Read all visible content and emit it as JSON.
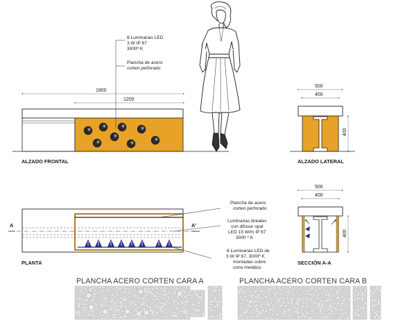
{
  "colors": {
    "corten": "#E8A227",
    "corten_dark": "#C9831A",
    "led": "#2B2C8E",
    "concrete": "#D3D3D3",
    "line": "#222222"
  },
  "front_elevation": {
    "title": "ALZADO FRONTAL",
    "dim_total": "1800",
    "dim_plate": "1200",
    "note_leds": [
      "8 Luminarias LED",
      "3 W IP 67",
      "3000º K"
    ],
    "note_plate": [
      "Plancha de acero",
      "corten perforado"
    ]
  },
  "side_elevation": {
    "title": "ALZADO LATERAL",
    "dim_top": "500",
    "dim_inner": "400",
    "dim_height": "400"
  },
  "plan": {
    "title": "PLANTA",
    "section_mark_left": "A",
    "section_mark_right": "A'",
    "note_plate": [
      "Plancha de acero",
      "corten perforado"
    ],
    "note_linear": [
      "Luminarias lineales",
      "con difusor opal",
      "LED 15 W/m IP 67",
      "3000 º K"
    ],
    "note_leds": [
      "8 Luminarias LED de",
      "3 W IP 67, 3000º K",
      "montadas sobre",
      "cono metálico"
    ]
  },
  "section": {
    "title": "SECCIÓN A-A",
    "dim_top": "500",
    "dim_inner": "400",
    "dim_height": "400"
  },
  "plates": {
    "face_a": "PLANCHA ACERO CORTEN CARA A",
    "face_b": "PLANCHA ACERO CORTEN CARA B"
  }
}
